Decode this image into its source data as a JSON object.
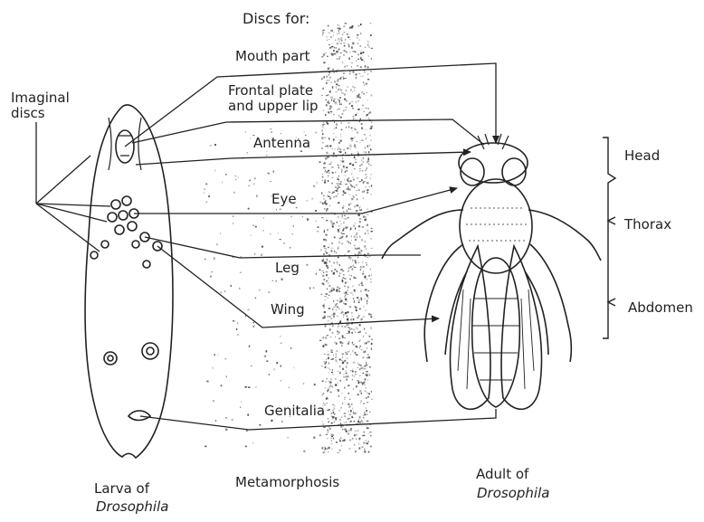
{
  "header": "Discs for:",
  "left_label": "Imaginal\ndiscs",
  "discs": [
    "Mouth part",
    "Frontal plate\nand upper lip",
    "Antenna",
    "Eye",
    "Leg",
    "Wing",
    "Genitalia"
  ],
  "body_regions": [
    "Head",
    "Thorax",
    "Abdomen"
  ],
  "captions": {
    "larva_line1": "Larva of",
    "larva_line2": "Drosophila",
    "metamorphosis": "Metamorphosis",
    "adult_line1": "Adult of",
    "adult_line2": "Drosophila"
  }
}
